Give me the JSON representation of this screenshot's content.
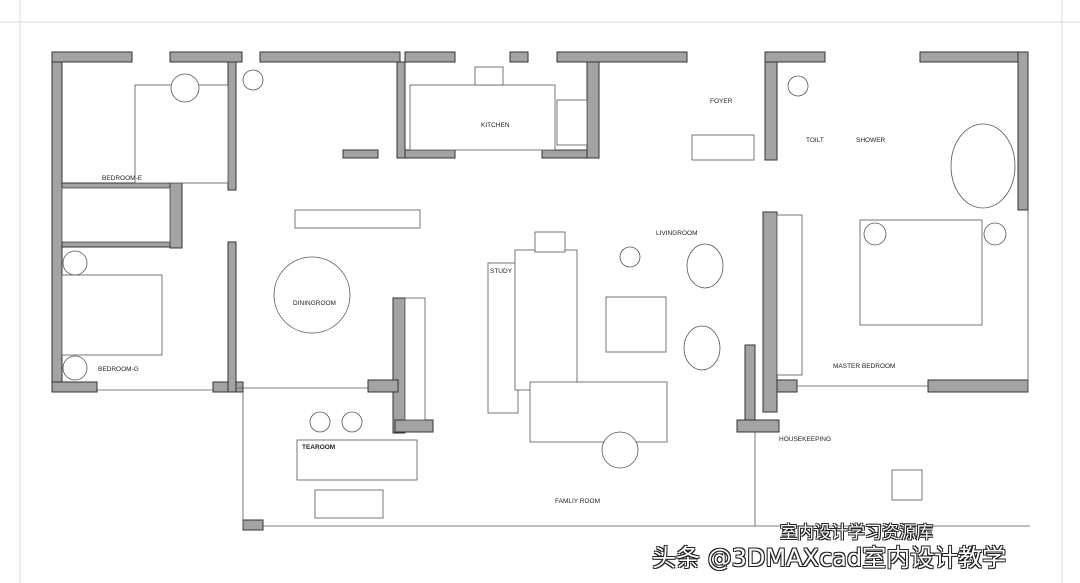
{
  "rooms": {
    "bedroom_e": "BEDROOM-E",
    "bedroom_g": "BEDROOM-G",
    "dining": "DININGROOM",
    "kitchen": "KITCHEN",
    "foyer": "FOYER",
    "toilet": "TOILT",
    "shower": "SHOWER",
    "living": "LIVINGROOM",
    "study": "STUDY",
    "master": "MASTER BEDROOM",
    "housekeeping": "HOUSEKEEPING",
    "tearoom": "TEAROOM",
    "family": "FAMLIY ROOM"
  },
  "watermark": {
    "small": "室内设计学习资源库",
    "main": "头条 @3DMAXcad室内设计教学"
  },
  "colors": {
    "wall": "#a3a3a3",
    "line": "#555555"
  }
}
